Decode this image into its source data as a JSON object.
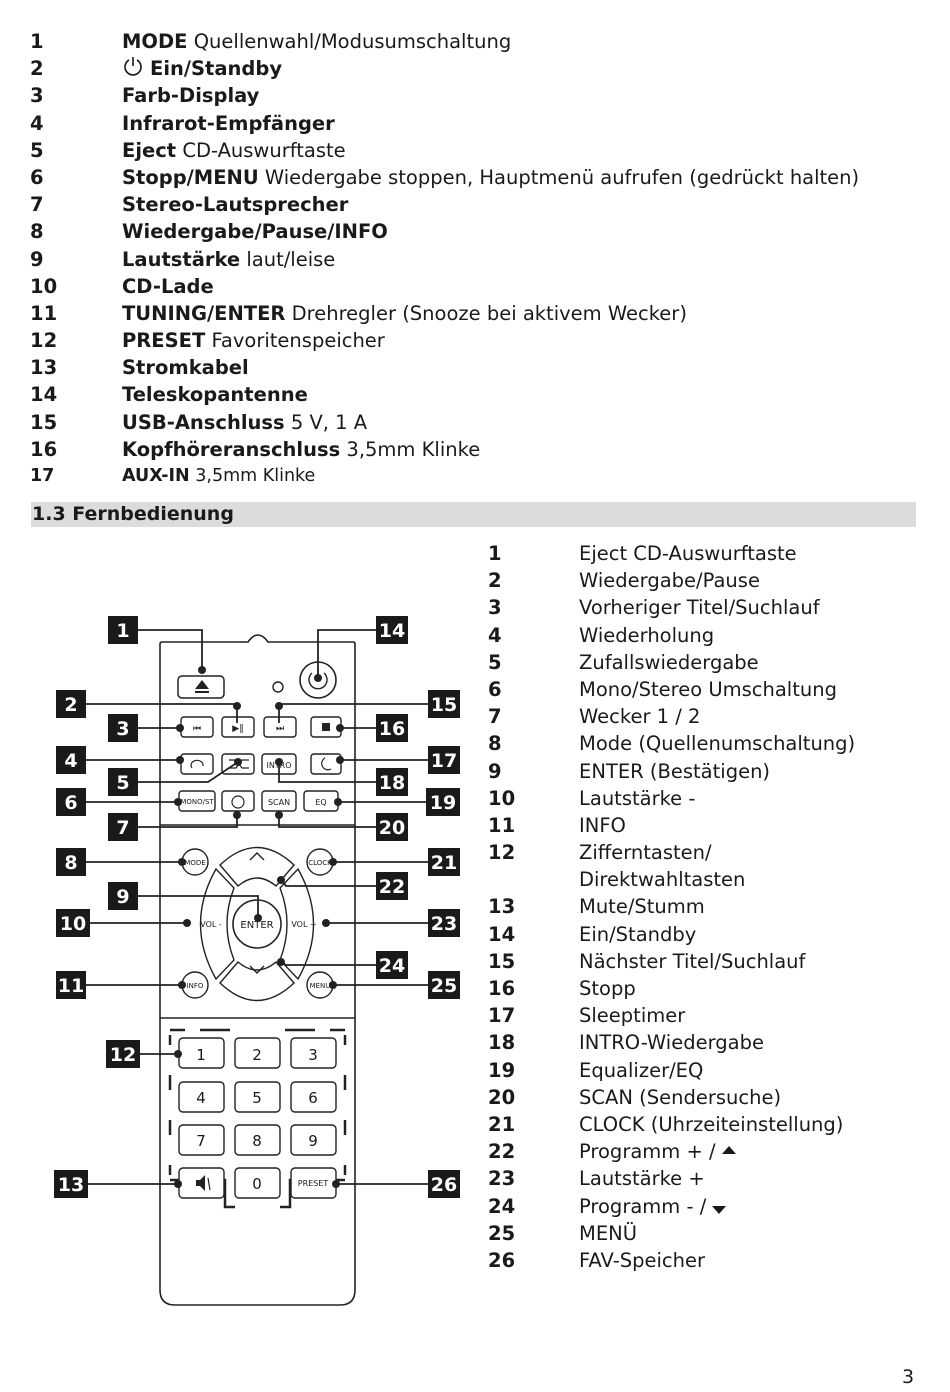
{
  "device_parts": [
    {
      "num": "1",
      "bold": "MODE",
      "text": " Quellenwahl/Modusumschaltung"
    },
    {
      "num": "2",
      "bold": "Ein/Standby",
      "text": ""
    },
    {
      "num": "3",
      "bold": "Farb-Display",
      "text": ""
    },
    {
      "num": "4",
      "bold": "Infrarot-Empfänger",
      "text": ""
    },
    {
      "num": "5",
      "bold": "Eject",
      "text": " CD-Auswurftaste"
    },
    {
      "num": "6",
      "bold": "Stopp/MENU",
      "text": " Wiedergabe stoppen, Hauptmenü aufrufen (gedrückt halten)"
    },
    {
      "num": "7",
      "bold": "Stereo-Lautsprecher",
      "text": ""
    },
    {
      "num": "8",
      "bold": "Wiedergabe/Pause/INFO",
      "text": ""
    },
    {
      "num": "9",
      "bold": "Lautstärke",
      "text": " laut/leise"
    },
    {
      "num": "10",
      "bold": "CD-Lade",
      "text": ""
    },
    {
      "num": "11",
      "bold": "TUNING/ENTER",
      "text": " Drehregler (Snooze bei aktivem Wecker)"
    },
    {
      "num": "12",
      "bold": "PRESET",
      "text": " Favoritenspeicher"
    },
    {
      "num": "13",
      "bold": "Stromkabel",
      "text": ""
    },
    {
      "num": "14",
      "bold": "Teleskopantenne",
      "text": ""
    },
    {
      "num": "15",
      "bold": "USB-Anschluss",
      "text": " 5 V, 1 A"
    },
    {
      "num": "16",
      "bold": "Kopfhöreranschluss",
      "text": " 3,5mm Klinke"
    },
    {
      "num": "17",
      "bold": "AUX-IN",
      "text": " 3,5mm Klinke"
    }
  ],
  "section_title": "1.3 Fernbedienung",
  "remote_legend": [
    {
      "num": "1",
      "text": "Eject CD-Auswurftaste"
    },
    {
      "num": "2",
      "text": "Wiedergabe/Pause"
    },
    {
      "num": "3",
      "text": "Vorheriger Titel/Suchlauf"
    },
    {
      "num": "4",
      "text": "Wiederholung"
    },
    {
      "num": "5",
      "text": "Zufallswiedergabe"
    },
    {
      "num": "6",
      "text": "Mono/Stereo Umschaltung"
    },
    {
      "num": "7",
      "text": "Wecker 1 / 2"
    },
    {
      "num": "8",
      "text": "Mode (Quellenumschaltung)"
    },
    {
      "num": "9",
      "text": "ENTER (Bestätigen)"
    },
    {
      "num": "10",
      "text": "Lautstärke -"
    },
    {
      "num": "11",
      "text": "INFO"
    },
    {
      "num": "12",
      "text": "Zifferntasten/",
      "cont": "Direktwahltasten"
    },
    {
      "num": "13",
      "text": "Mute/Stumm"
    },
    {
      "num": "14",
      "text": "Ein/Standby"
    },
    {
      "num": "15",
      "text": "Nächster Titel/Suchlauf"
    },
    {
      "num": "16",
      "text": "Stopp"
    },
    {
      "num": "17",
      "text": "Sleeptimer"
    },
    {
      "num": "18",
      "text": "INTRO-Wiedergabe"
    },
    {
      "num": "19",
      "text": "Equalizer/EQ"
    },
    {
      "num": "20",
      "text": "SCAN (Sendersuche)"
    },
    {
      "num": "21",
      "text": "CLOCK (Uhrzeiteinstellung)"
    },
    {
      "num": "22",
      "text": "Programm + /"
    },
    {
      "num": "23",
      "text": "Lautstärke +"
    },
    {
      "num": "24",
      "text": "Programm - /"
    },
    {
      "num": "25",
      "text": "MENÜ"
    },
    {
      "num": "26",
      "text": "FAV-Speicher"
    }
  ],
  "remote": {
    "callouts": [
      "1",
      "2",
      "3",
      "4",
      "5",
      "6",
      "7",
      "8",
      "9",
      "10",
      "11",
      "12",
      "13",
      "14",
      "15",
      "16",
      "17",
      "18",
      "19",
      "20",
      "21",
      "22",
      "23",
      "24",
      "25",
      "26"
    ],
    "buttons": {
      "intro": "INTRO",
      "mono_st": "MONO/ST",
      "scan": "SCAN",
      "eq": "EQ",
      "mode": "MODE",
      "clock": "CLOCK",
      "vol_minus": "VOL -",
      "enter": "ENTER",
      "vol_plus": "VOL +",
      "info": "INFO",
      "menu": "MENU",
      "preset": "PRESET",
      "digits": [
        "1",
        "2",
        "3",
        "4",
        "5",
        "6",
        "7",
        "8",
        "9",
        "0"
      ]
    }
  },
  "page_number": "3"
}
